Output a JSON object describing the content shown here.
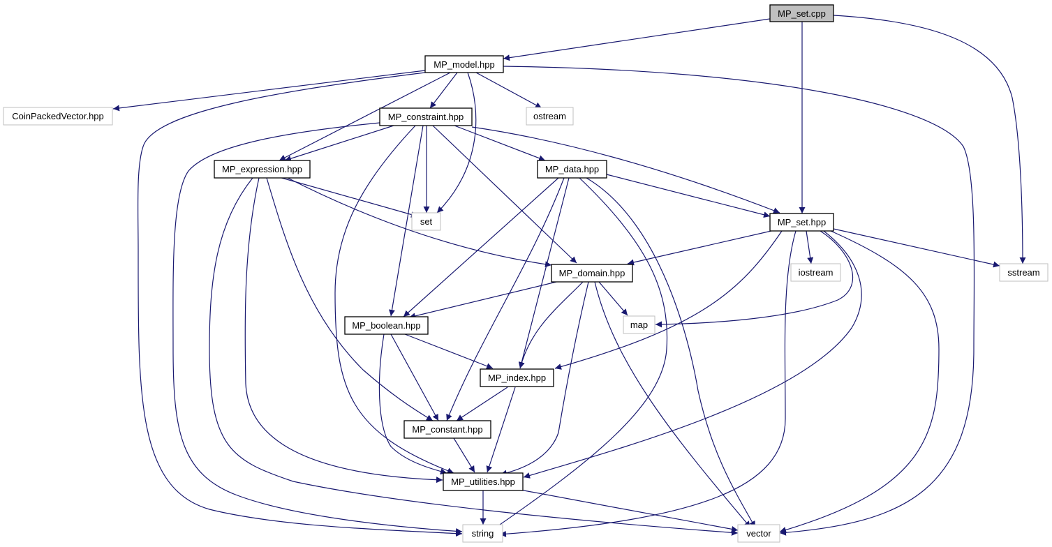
{
  "diagram": {
    "type": "include-dependency-graph",
    "edge_color": "#191970",
    "nodes": [
      {
        "id": "mp_set_cpp",
        "label": "MP_set.cpp",
        "kind": "root"
      },
      {
        "id": "mp_model",
        "label": "MP_model.hpp",
        "kind": "internal"
      },
      {
        "id": "coin",
        "label": "CoinPackedVector.hpp",
        "kind": "external"
      },
      {
        "id": "mp_constraint",
        "label": "MP_constraint.hpp",
        "kind": "internal"
      },
      {
        "id": "ostream",
        "label": "ostream",
        "kind": "external"
      },
      {
        "id": "mp_expression",
        "label": "MP_expression.hpp",
        "kind": "internal"
      },
      {
        "id": "mp_data",
        "label": "MP_data.hpp",
        "kind": "internal"
      },
      {
        "id": "set",
        "label": "set",
        "kind": "external"
      },
      {
        "id": "mp_set_hpp",
        "label": "MP_set.hpp",
        "kind": "internal"
      },
      {
        "id": "mp_domain",
        "label": "MP_domain.hpp",
        "kind": "internal"
      },
      {
        "id": "iostream",
        "label": "iostream",
        "kind": "external"
      },
      {
        "id": "sstream",
        "label": "sstream",
        "kind": "external"
      },
      {
        "id": "map",
        "label": "map",
        "kind": "external"
      },
      {
        "id": "mp_boolean",
        "label": "MP_boolean.hpp",
        "kind": "internal"
      },
      {
        "id": "mp_index",
        "label": "MP_index.hpp",
        "kind": "internal"
      },
      {
        "id": "mp_constant",
        "label": "MP_constant.hpp",
        "kind": "internal"
      },
      {
        "id": "mp_utilities",
        "label": "MP_utilities.hpp",
        "kind": "internal"
      },
      {
        "id": "string",
        "label": "string",
        "kind": "external"
      },
      {
        "id": "vector",
        "label": "vector",
        "kind": "external"
      }
    ],
    "edges": [
      [
        "mp_set_cpp",
        "mp_model"
      ],
      [
        "mp_set_cpp",
        "mp_set_hpp"
      ],
      [
        "mp_set_cpp",
        "sstream"
      ],
      [
        "mp_model",
        "coin"
      ],
      [
        "mp_model",
        "mp_constraint"
      ],
      [
        "mp_model",
        "ostream"
      ],
      [
        "mp_model",
        "mp_expression"
      ],
      [
        "mp_model",
        "set"
      ],
      [
        "mp_model",
        "string"
      ],
      [
        "mp_model",
        "vector"
      ],
      [
        "mp_constraint",
        "mp_expression"
      ],
      [
        "mp_constraint",
        "mp_data"
      ],
      [
        "mp_constraint",
        "set"
      ],
      [
        "mp_constraint",
        "mp_set_hpp"
      ],
      [
        "mp_constraint",
        "mp_domain"
      ],
      [
        "mp_constraint",
        "mp_boolean"
      ],
      [
        "mp_constraint",
        "mp_utilities"
      ],
      [
        "mp_constraint",
        "string"
      ],
      [
        "mp_expression",
        "set"
      ],
      [
        "mp_expression",
        "mp_domain"
      ],
      [
        "mp_expression",
        "mp_constant"
      ],
      [
        "mp_expression",
        "mp_utilities"
      ],
      [
        "mp_expression",
        "vector"
      ],
      [
        "mp_data",
        "mp_set_hpp"
      ],
      [
        "mp_data",
        "mp_boolean"
      ],
      [
        "mp_data",
        "mp_index"
      ],
      [
        "mp_data",
        "mp_constant"
      ],
      [
        "mp_data",
        "string"
      ],
      [
        "mp_data",
        "vector"
      ],
      [
        "mp_set_hpp",
        "mp_domain"
      ],
      [
        "mp_set_hpp",
        "iostream"
      ],
      [
        "mp_set_hpp",
        "sstream"
      ],
      [
        "mp_set_hpp",
        "map"
      ],
      [
        "mp_set_hpp",
        "mp_index"
      ],
      [
        "mp_set_hpp",
        "mp_utilities"
      ],
      [
        "mp_set_hpp",
        "string"
      ],
      [
        "mp_set_hpp",
        "vector"
      ],
      [
        "mp_domain",
        "mp_boolean"
      ],
      [
        "mp_domain",
        "map"
      ],
      [
        "mp_domain",
        "mp_index"
      ],
      [
        "mp_domain",
        "mp_utilities"
      ],
      [
        "mp_domain",
        "vector"
      ],
      [
        "mp_boolean",
        "mp_index"
      ],
      [
        "mp_boolean",
        "mp_constant"
      ],
      [
        "mp_boolean",
        "mp_utilities"
      ],
      [
        "mp_index",
        "mp_constant"
      ],
      [
        "mp_index",
        "mp_utilities"
      ],
      [
        "mp_constant",
        "mp_utilities"
      ],
      [
        "mp_utilities",
        "string"
      ],
      [
        "mp_utilities",
        "vector"
      ]
    ]
  }
}
